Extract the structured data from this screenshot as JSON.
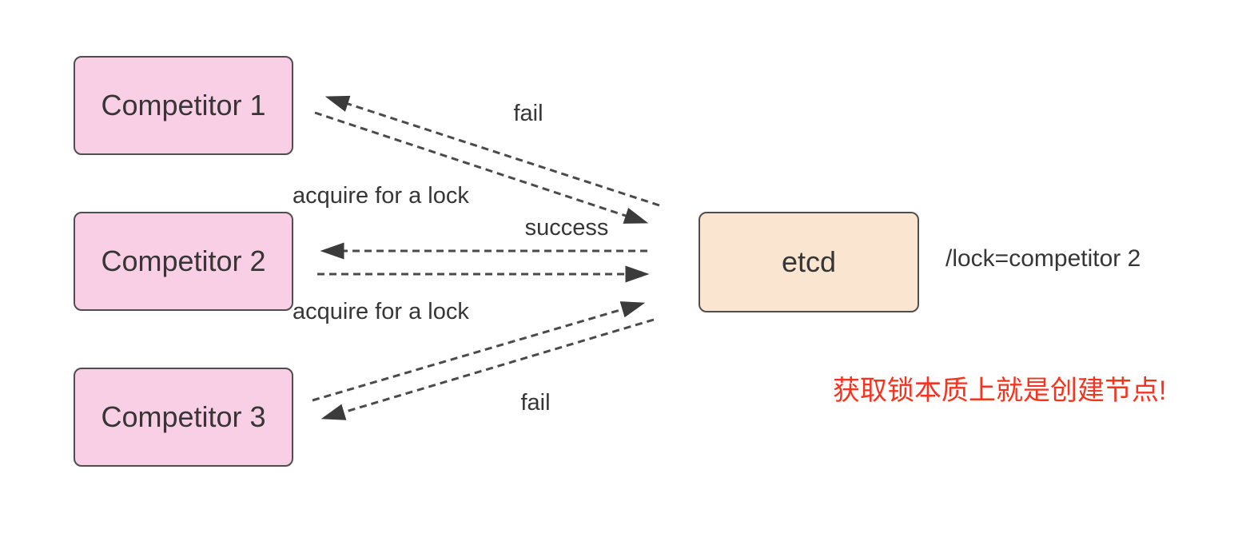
{
  "diagram": {
    "title_hint": "etcd distributed lock acquisition diagram",
    "colors": {
      "competitor_fill": "#f8cfe4",
      "etcd_fill": "#fae6d0",
      "box_border": "#4e4e4e",
      "text": "#363636",
      "arrow": "#4a4a4a",
      "note_red": "#f5331f",
      "background": "#ffffff"
    },
    "nodes": [
      {
        "id": "competitor1",
        "label": "Competitor 1"
      },
      {
        "id": "competitor2",
        "label": "Competitor 2"
      },
      {
        "id": "competitor3",
        "label": "Competitor 3"
      },
      {
        "id": "etcd",
        "label": "etcd"
      }
    ],
    "edges": [
      {
        "id": "fail-to-competitor1",
        "from": "etcd",
        "to": "competitor1",
        "style": "dashed-arrow"
      },
      {
        "id": "acquire-from-competitor1",
        "from": "competitor1",
        "to": "etcd",
        "style": "dashed-arrow"
      },
      {
        "id": "success-to-competitor2",
        "from": "etcd",
        "to": "competitor2",
        "style": "dashed-arrow"
      },
      {
        "id": "acquire-from-competitor2",
        "from": "competitor2",
        "to": "etcd",
        "style": "dashed-arrow"
      },
      {
        "id": "acquire-from-competitor3",
        "from": "competitor3",
        "to": "etcd",
        "style": "dashed-arrow"
      },
      {
        "id": "fail-to-competitor3",
        "from": "etcd",
        "to": "competitor3",
        "style": "dashed-arrow"
      }
    ],
    "edge_labels": {
      "fail_top": "fail",
      "acquire_upper": "acquire for a lock",
      "success": "success",
      "acquire_lower": "acquire for a lock",
      "fail_bottom": "fail"
    },
    "annotations": {
      "lock_key": "/lock=competitor 2",
      "note_cn": "获取锁本质上就是创建节点!"
    }
  }
}
